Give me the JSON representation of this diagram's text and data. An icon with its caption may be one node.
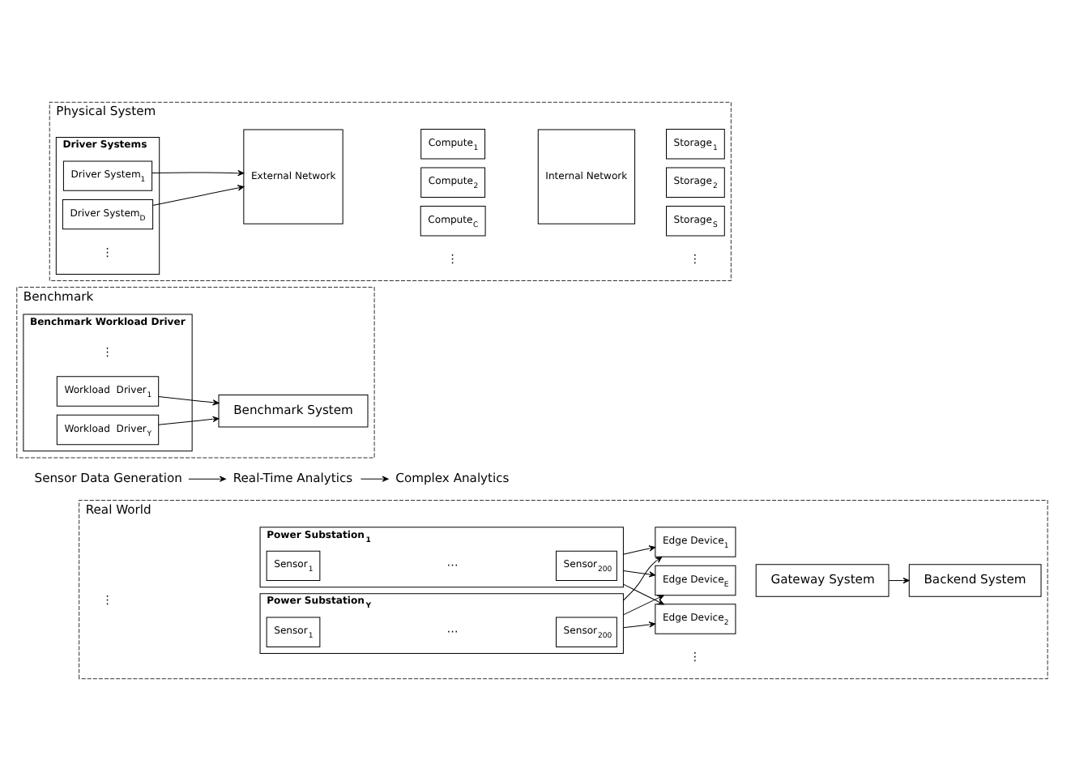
{
  "diagram": {
    "nodes": [
      {
        "text": [
          "Sensor Data Generation"
        ]
      },
      {
        "text": [
          "Real-Time Analytics"
        ]
      },
      {
        "text": [
          "Complex Analytics"
        ]
      },
      {
        "text": [
          "Real World"
        ]
      },
      {
        "text": [
          "Power Substation$_{1}$"
        ],
        "in": 3
      },
      {
        "text": [
          "Sensor$_{1}$"
        ],
        "in": 4
      },
      {
        "text": [
          "Sensor$_{200}$"
        ],
        "in": 4
      },
      {
        "text": [
          "Power Substation$_{Y}$"
        ],
        "in": 3
      },
      {
        "text": [
          "Sensor$_{1}$"
        ],
        "in": 7
      },
      {
        "text": [
          "Sensor$_{200}$"
        ],
        "in": 7
      },
      {
        "text": [
          "Edge Device$_{1}$"
        ],
        "in": 3
      },
      {
        "text": [
          "Edge Device$_{2}$"
        ],
        "in": 3
      },
      {
        "text": [
          "Edge Device$_{E}$"
        ],
        "in": 3
      },
      {
        "text": [
          "Gateway System"
        ],
        "in": 3
      },
      {
        "text": [
          "Backend System"
        ],
        "in": 3
      },
      {
        "text": [
          "Benchmark"
        ]
      },
      {
        "text": [
          "Benchmark Workload Driver"
        ],
        "in": 15
      },
      {
        "text": [
          "Workload  Driver$_{1}$"
        ],
        "in": 16
      },
      {
        "text": [
          "Workload  Driver$_{Y}$"
        ],
        "in": 16
      },
      {
        "text": [
          "Benchmark System"
        ],
        "in": 15
      },
      {
        "text": [
          "Physical System"
        ]
      },
      {
        "text": [
          "Driver Systems"
        ],
        "in": 20
      },
      {
        "text": [
          "Driver System$_{1}$"
        ],
        "in": 21
      },
      {
        "text": [
          "Driver System$_{D}$"
        ],
        "in": 21
      },
      {
        "text": [
          "External Network"
        ],
        "in": 20
      },
      {
        "text": [
          "Compute$_{1}$"
        ],
        "in": 20
      },
      {
        "text": [
          "Compute$_{2}$"
        ],
        "in": 20
      },
      {
        "text": [
          "Compute$_{C}$"
        ],
        "in": 20
      },
      {
        "text": [
          "Internal Network"
        ],
        "in": 20
      },
      {
        "text": [
          "Storage$_{1}$"
        ],
        "in": 20
      },
      {
        "text": [
          "Storage$_{2}$"
        ],
        "in": 20
      },
      {
        "text": [
          "Storage$_{S}$"
        ],
        "in": 20
      }
    ],
    "edges": [
      {
        "from": 0,
        "to": 1,
        "arrow": "to"
      },
      {
        "from": 1,
        "to": 2,
        "arrow": "to"
      },
      {
        "from": 4,
        "to": 10,
        "arrow": "to"
      },
      {
        "from": 4,
        "to": 11,
        "arrow": "to"
      },
      {
        "from": 4,
        "to": 12,
        "arrow": "to"
      },
      {
        "from": 7,
        "to": 10,
        "arrow": "to"
      },
      {
        "from": 7,
        "to": 11,
        "arrow": "to"
      },
      {
        "from": 7,
        "to": 12,
        "arrow": "to"
      },
      {
        "from": 13,
        "to": 14,
        "arrow": "to"
      },
      {
        "from": 17,
        "to": 19,
        "arrow": "to"
      },
      {
        "from": 18,
        "to": 19,
        "arrow": "to"
      },
      {
        "from": 22,
        "to": 24,
        "arrow": "to"
      },
      {
        "from": 23,
        "to": 24,
        "arrow": "to"
      }
    ],
    "labels": [
      "⋯",
      "⋯",
      "⋮",
      "⋮",
      "⋮",
      "⋮",
      "⋮",
      "⋮"
    ]
  }
}
